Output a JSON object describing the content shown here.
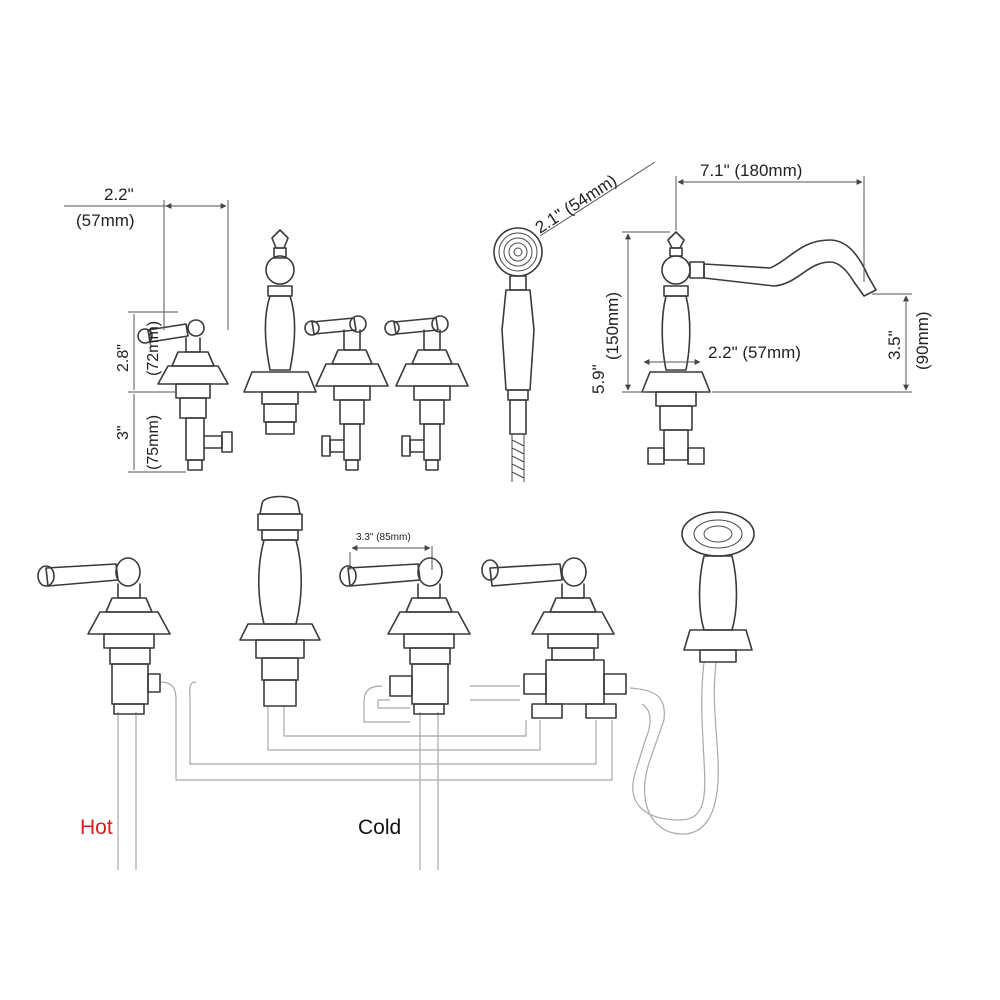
{
  "dimensions": {
    "valve_width_in": "2.2\"",
    "valve_width_mm": "(57mm)",
    "valve_height_in": "2.8\"",
    "valve_height_mm": "(72mm)",
    "shank_in": "3\"",
    "shank_mm": "(75mm)",
    "handshower_diameter": "2.1\" (54mm)",
    "spout_reach": "7.1\" (180mm)",
    "spout_height_in": "5.9\"",
    "spout_height_mm": "(150mm)",
    "spout_base": "2.2\" (57mm)",
    "spout_outlet_in": "3.5\"",
    "spout_outlet_mm": "(90mm)",
    "handle_spacing": "3.3\" (85mm)"
  },
  "supply": {
    "hot_label": "Hot",
    "cold_label": "Cold",
    "hot_color": "#d42020",
    "cold_color": "#111111"
  }
}
